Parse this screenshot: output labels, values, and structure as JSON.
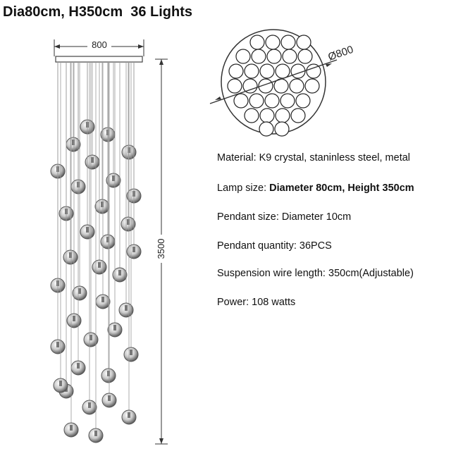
{
  "header": {
    "title": "Dia80cm, H350cm  36 Lights"
  },
  "drawing": {
    "width_label": "800",
    "height_label": "3500",
    "diameter_label": "Ø800"
  },
  "specs": [
    {
      "label": "Material:",
      "value": "K9 crystal, staninless steel, metal",
      "strong": false
    },
    {
      "label": "Lamp size:",
      "value": "Diameter 80cm, Height 350cm",
      "strong": true
    },
    {
      "label": "Pendant size:",
      "value": "Diameter 10cm",
      "strong": false
    },
    {
      "label": "Pendant quantity:",
      "value": "36PCS",
      "strong": false
    },
    {
      "label": "Suspension wire length:",
      "value": "350cm(Adjustable)",
      "strong": false
    },
    {
      "label": "Power:",
      "value": "108 watts",
      "strong": false
    }
  ]
}
